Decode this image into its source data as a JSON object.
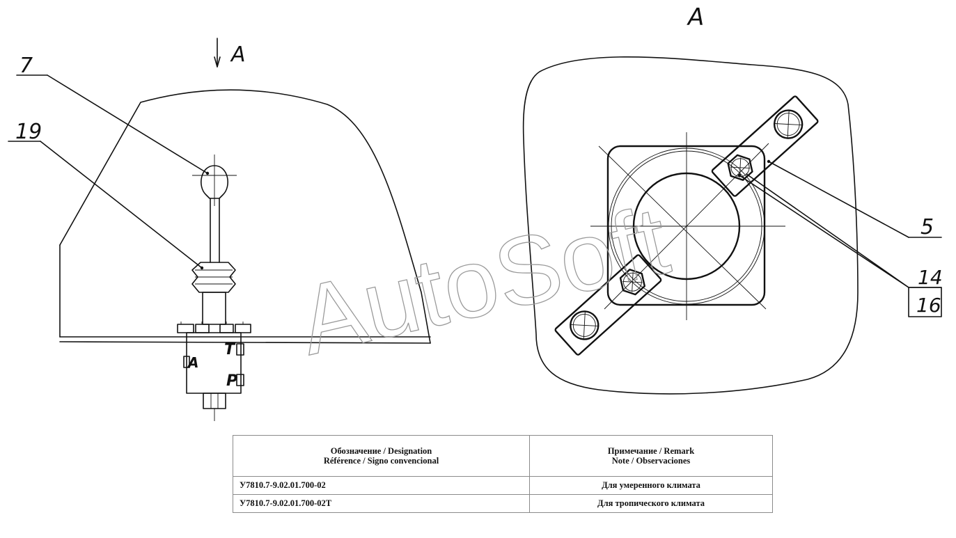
{
  "drawing": {
    "view_arrow_label": "A",
    "view_title": "A",
    "callouts": {
      "c7": "7",
      "c19": "19",
      "c5": "5",
      "c14": "14",
      "c16": "16"
    },
    "panel_markings": {
      "left": "A",
      "top_right": "T",
      "bottom_right": "P"
    },
    "watermark": "AutoSoft"
  },
  "spec_table": {
    "headers": {
      "designation": [
        "Обозначение / Designation",
        "Référence / Signo convencional"
      ],
      "remark": [
        "Примечание / Remark",
        "Note / Observaciones"
      ]
    },
    "rows": [
      {
        "designation": "У7810.7-9.02.01.700-02",
        "remark": "Для умеренного климата"
      },
      {
        "designation": "У7810.7-9.02.01.700-02Т",
        "remark": "Для тропического климата"
      }
    ]
  }
}
